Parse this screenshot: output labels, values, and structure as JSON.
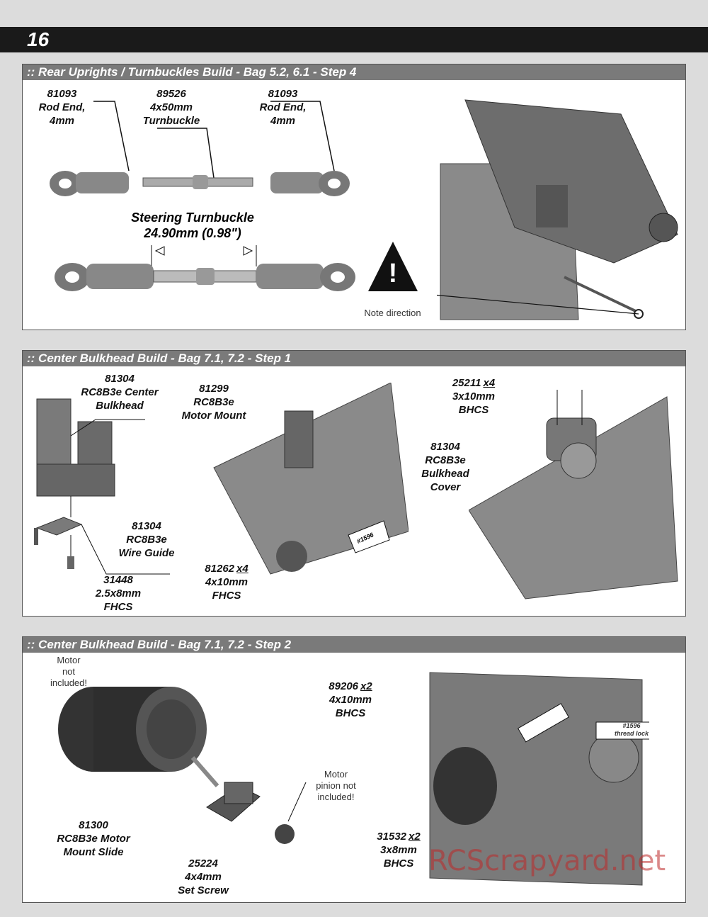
{
  "page_number": "16",
  "sections": [
    {
      "title": ":: Rear Uprights / Turnbuckles Build - Bag 5.2, 6.1 - Step 4",
      "labels": [
        {
          "part": "81093",
          "desc": "Rod End,\n4mm"
        },
        {
          "part": "89526",
          "desc": "4x50mm\nTurnbuckle"
        },
        {
          "part": "81093",
          "desc": "Rod End,\n4mm"
        }
      ],
      "steering_title": "Steering Turnbuckle",
      "steering_measure": "24.90mm (0.98\")",
      "note": "Note direction"
    },
    {
      "title": ":: Center Bulkhead Build - Bag 7.1, 7.2 - Step 1",
      "labels": [
        {
          "part": "81304",
          "desc": "RC8B3e Center\nBulkhead"
        },
        {
          "part": "81299",
          "desc": "RC8B3e\nMotor Mount"
        },
        {
          "part": "81304",
          "desc": "RC8B3e\nWire Guide"
        },
        {
          "part": "31448",
          "desc": "2.5x8mm\nFHCS"
        },
        {
          "part": "81262",
          "qty": "x4",
          "desc": "4x10mm\nFHCS"
        },
        {
          "part": "25211",
          "qty": "x4",
          "desc": "3x10mm\nBHCS"
        },
        {
          "part": "81304",
          "desc": "RC8B3e\nBulkhead\nCover"
        }
      ],
      "thread_lock": "#1596\nthread lock"
    },
    {
      "title": ":: Center Bulkhead Build - Bag 7.1, 7.2 - Step 2",
      "labels": [
        {
          "part": "89206",
          "qty": "x2",
          "desc": "4x10mm\nBHCS"
        },
        {
          "part": "81300",
          "desc": "RC8B3e Motor\nMount Slide"
        },
        {
          "part": "25224",
          "desc": "4x4mm\nSet Screw"
        },
        {
          "part": "31532",
          "qty": "x2",
          "desc": "3x8mm\nBHCS"
        }
      ],
      "note_motor": "Motor\nnot\nincluded!",
      "note_pinion": "Motor\npinion not\nincluded!",
      "thread_lock": "#1596\nthread lock"
    }
  ],
  "watermark": "RCScrapyard.net"
}
